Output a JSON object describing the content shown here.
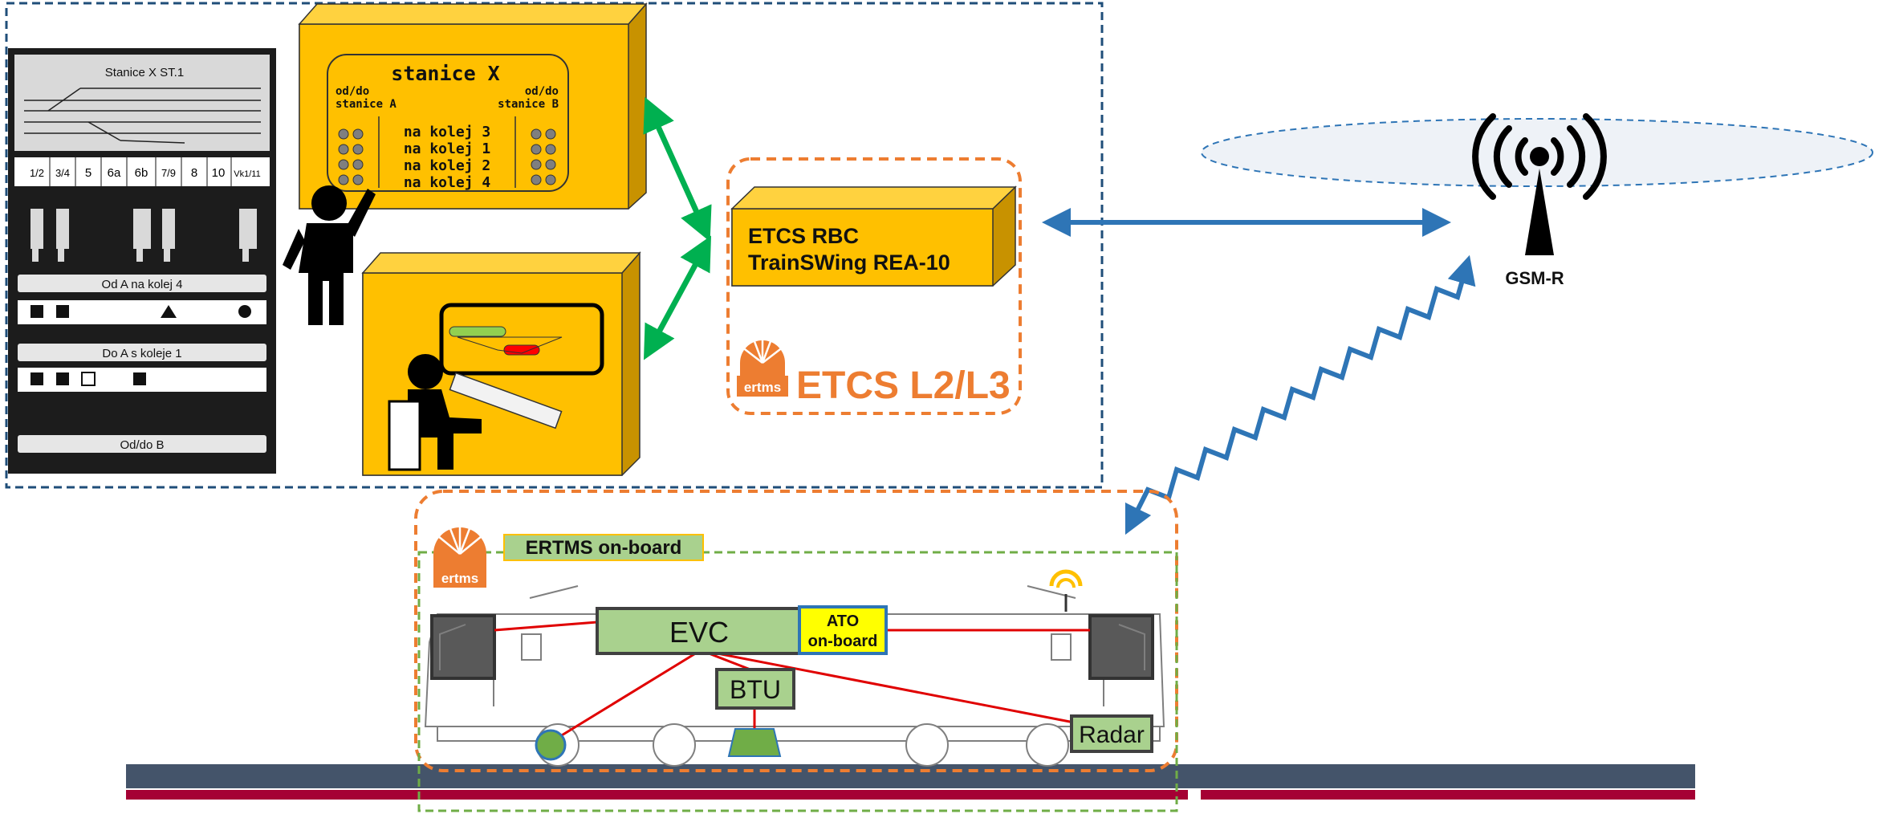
{
  "panel": {
    "title": "Stanice X  ST.1",
    "route1": "Od A na kolej 4",
    "route2": "Do A s koleje 1",
    "footer": "Od/do  B",
    "codes": [
      "1/2",
      "3/4",
      "5",
      "6a",
      "6b",
      "7/9",
      "8",
      "10",
      "Vk1/11"
    ]
  },
  "console": {
    "title": "stanice X",
    "left_label_1": "od/do",
    "left_label_2": "stanice A",
    "right_label_1": "od/do",
    "right_label_2": "stanice B",
    "rows": [
      "na kolej 3",
      "na kolej 1",
      "na kolej 2",
      "na kolej 4"
    ]
  },
  "rbc": {
    "line1": "ETCS RBC",
    "line2": "TrainSWing REA-10",
    "level_label": "ETCS L2/L3",
    "logo_text": "ertms"
  },
  "network": {
    "label": "GSM-R"
  },
  "onboard": {
    "header": "ERTMS on-board",
    "logo_text": "ertms",
    "evc": "EVC",
    "ato_line1": "ATO",
    "ato_line2": "on-board",
    "btu": "BTU",
    "radar": "Radar"
  },
  "colors": {
    "box_yellow": "#FFC000",
    "box_dark": "#C89200",
    "link_green": "#00B050",
    "link_blue": "#2E75B6",
    "ertms_orange": "#ED7D31",
    "onboard_green": "#A9D18E",
    "track_slate": "#44546A",
    "track_red": "#A50034"
  }
}
